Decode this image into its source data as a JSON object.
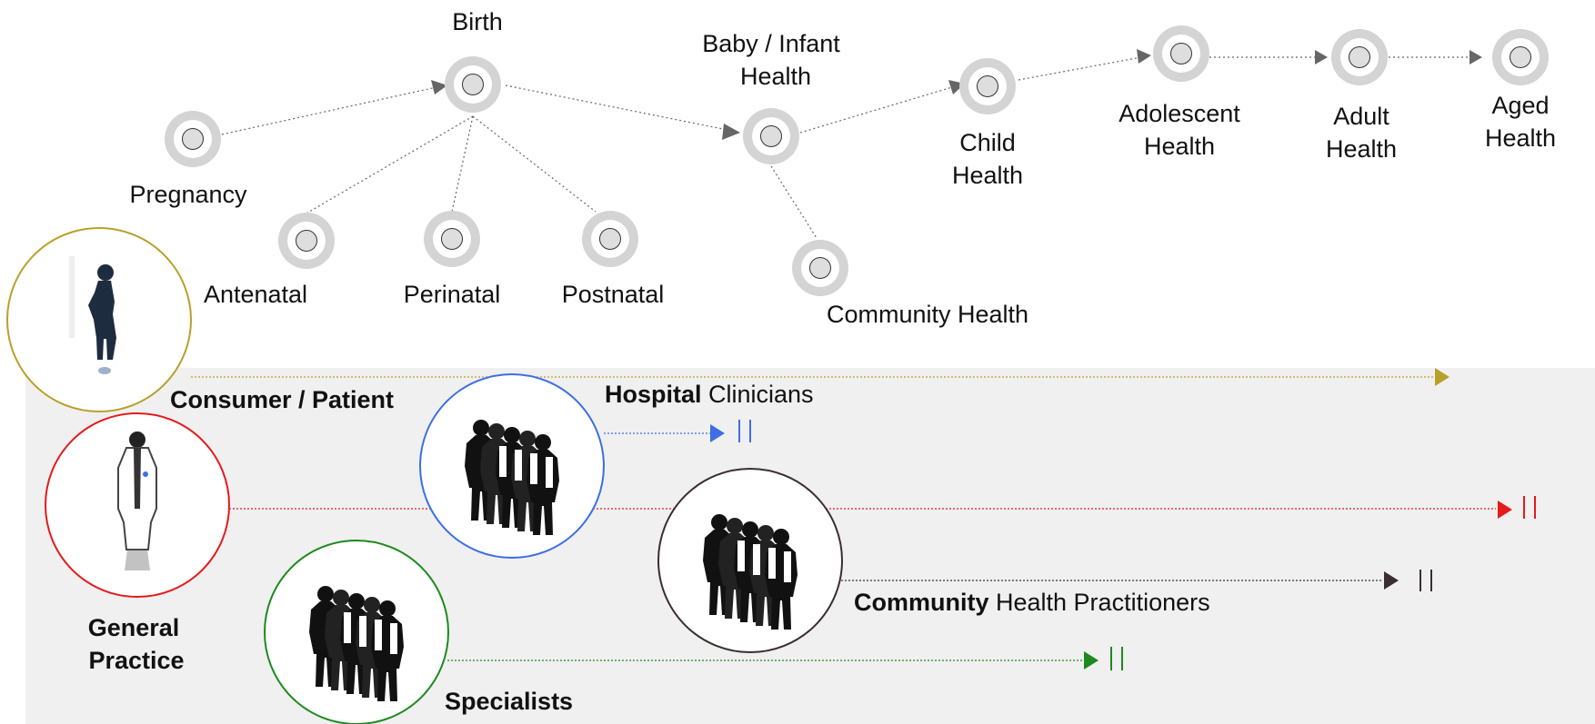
{
  "lifecycle": {
    "birth": "Birth",
    "pregnancy": "Pregnancy",
    "antenatal": "Antenatal",
    "perinatal": "Perinatal",
    "postnatal": "Postnatal",
    "baby_line1": "Baby / Infant",
    "baby_line2": "Health",
    "community_health": "Community Health",
    "child_line1": "Child",
    "child_line2": "Health",
    "adolescent_line1": "Adolescent",
    "adolescent_line2": "Health",
    "adult_line1": "Adult",
    "adult_line2": "Health",
    "aged_line1": "Aged",
    "aged_line2": "Health"
  },
  "actors": {
    "consumer": "Consumer / Patient",
    "hospital_bold": "Hospital",
    "hospital_rest": " Clinicians",
    "gp_line1": "General",
    "gp_line2": "Practice",
    "community_bold": "Community",
    "community_rest": " Health Practitioners",
    "specialists": "Specialists"
  },
  "colors": {
    "consumer": "#b8a02a",
    "hospital": "#3c6ee8",
    "gp": "#e51a1a",
    "community": "#3a2e2e",
    "specialists": "#1e8a1e",
    "node_ring": "#d3d3d3",
    "panel": "#f0f0f0"
  },
  "icons": {
    "node": "lifecycle-node-icon",
    "pregnant_woman": "pregnant-woman-silhouette-icon",
    "doctor": "doctor-silhouette-icon",
    "doctor_group": "doctor-group-silhouette-icon",
    "stop": "pause-bars-icon"
  }
}
